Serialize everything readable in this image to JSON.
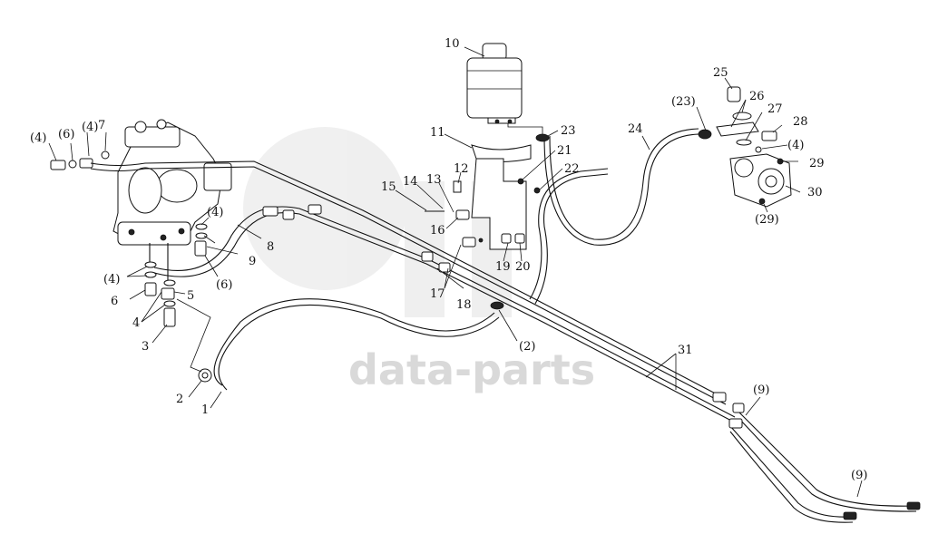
{
  "watermark": {
    "text": "data-parts"
  },
  "callouts": [
    {
      "id": "c1",
      "text": "1"
    },
    {
      "id": "c2",
      "text": "2"
    },
    {
      "id": "c3",
      "text": "3"
    },
    {
      "id": "c4a",
      "text": "4"
    },
    {
      "id": "c5",
      "text": "5"
    },
    {
      "id": "c6",
      "text": "6"
    },
    {
      "id": "c4p_a",
      "text": "(4)"
    },
    {
      "id": "c6p_a",
      "text": "(6)"
    },
    {
      "id": "c4p_b",
      "text": "(4)"
    },
    {
      "id": "c7",
      "text": "7"
    },
    {
      "id": "c4p_c",
      "text": "(4)"
    },
    {
      "id": "c4p_d",
      "text": "(4)"
    },
    {
      "id": "c6p_b",
      "text": "(6)"
    },
    {
      "id": "c9",
      "text": "9"
    },
    {
      "id": "c8",
      "text": "8"
    },
    {
      "id": "c10",
      "text": "10"
    },
    {
      "id": "c11",
      "text": "11"
    },
    {
      "id": "c12",
      "text": "12"
    },
    {
      "id": "c13",
      "text": "13"
    },
    {
      "id": "c14",
      "text": "14"
    },
    {
      "id": "c15",
      "text": "15"
    },
    {
      "id": "c16",
      "text": "16"
    },
    {
      "id": "c17",
      "text": "17"
    },
    {
      "id": "c18",
      "text": "18"
    },
    {
      "id": "c19",
      "text": "19"
    },
    {
      "id": "c20",
      "text": "20"
    },
    {
      "id": "c21",
      "text": "21"
    },
    {
      "id": "c22",
      "text": "22"
    },
    {
      "id": "c23",
      "text": "23"
    },
    {
      "id": "c2p",
      "text": "(2)"
    },
    {
      "id": "c24",
      "text": "24"
    },
    {
      "id": "c23p",
      "text": "(23)"
    },
    {
      "id": "c25",
      "text": "25"
    },
    {
      "id": "c26",
      "text": "26"
    },
    {
      "id": "c27",
      "text": "27"
    },
    {
      "id": "c28",
      "text": "28"
    },
    {
      "id": "c4p_e",
      "text": "(4)"
    },
    {
      "id": "c29",
      "text": "29"
    },
    {
      "id": "c30",
      "text": "30"
    },
    {
      "id": "c29p",
      "text": "(29)"
    },
    {
      "id": "c31",
      "text": "31"
    },
    {
      "id": "c9p_a",
      "text": "(9)"
    },
    {
      "id": "c9p_b",
      "text": "(9)"
    }
  ]
}
